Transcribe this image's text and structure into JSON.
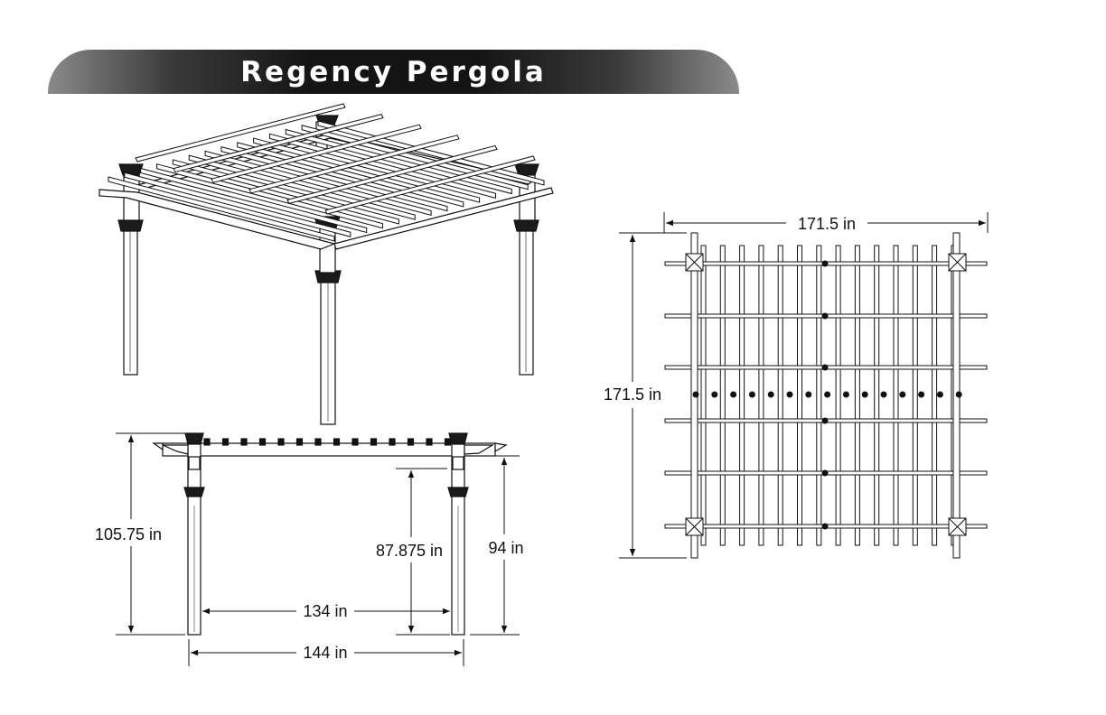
{
  "title": "Regency Pergola",
  "dimensions": {
    "top_width": "171.5 in",
    "top_depth": "171.5 in",
    "overall_height": "105.75 in",
    "clearance_height": "87.875 in",
    "post_height": "94 in",
    "inner_post_span": "134 in",
    "outer_post_span": "144 in"
  },
  "colors": {
    "ink": "#111111",
    "banner": "#141414",
    "banner_text": "#ffffff"
  }
}
